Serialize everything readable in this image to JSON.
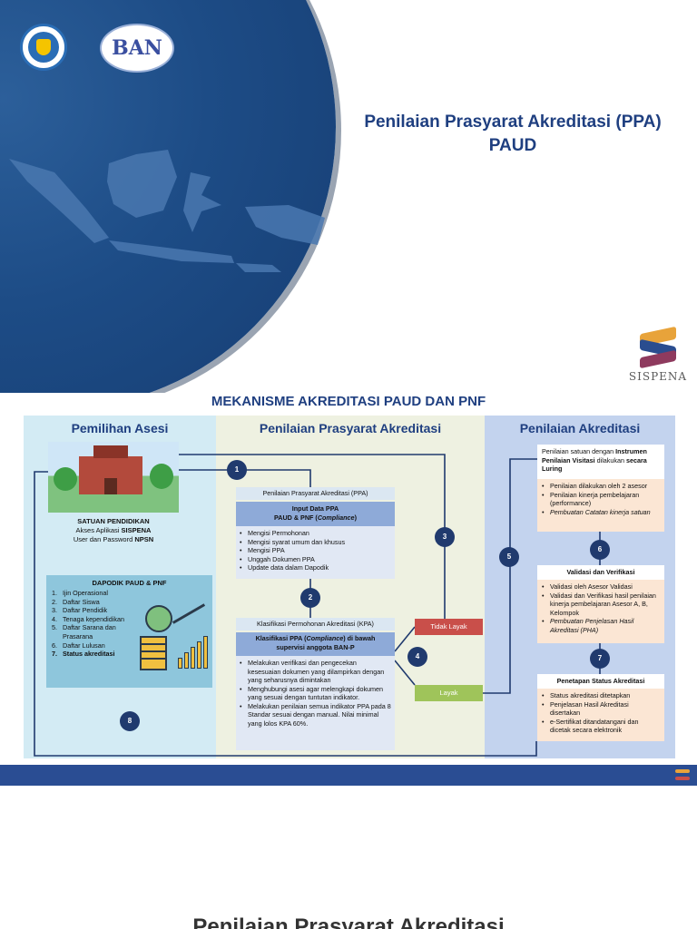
{
  "slide1": {
    "title_line1": "Penilaian Prasyarat Akreditasi (PPA)",
    "title_line2": "PAUD",
    "ban_logo": "BAN",
    "sispena_label": "SISPENA"
  },
  "slide2": {
    "title": "MEKANISME AKREDITASI PAUD DAN PNF",
    "col1_head": "Pemilihan Asesi",
    "col2_head": "Penilaian Prasyarat Akreditasi",
    "col3_head": "Penilaian Akreditasi",
    "satuan": {
      "line1": "SATUAN PENDIDIKAN",
      "line2_pre": "Akses Aplikasi ",
      "line2_bold": "SISPENA",
      "line3_pre": "User dan Password ",
      "line3_bold": "NPSN"
    },
    "dapodik": {
      "head": "DAPODIK PAUD & PNF",
      "items": [
        {
          "n": "1.",
          "t": "Ijin Operasional"
        },
        {
          "n": "2.",
          "t": "Daftar Siswa"
        },
        {
          "n": "3.",
          "t": "Daftar Pendidik"
        },
        {
          "n": "4.",
          "t": "Tenaga kependidikan"
        },
        {
          "n": "5.",
          "t": "Daftar Sarana dan"
        },
        {
          "n": "",
          "t": "Prasarana"
        },
        {
          "n": "6.",
          "t": "Daftar Lulusan"
        },
        {
          "n": "7.",
          "t": "Status akreditasi"
        }
      ]
    },
    "ppa": {
      "head": "Penilaian Prasyarat Akreditasi (PPA)",
      "input_line1": "Input Data PPA",
      "input_line2_pre": "PAUD & PNF (",
      "input_line2_em": "Compliance",
      "input_line2_post": ")",
      "items": [
        "Mengisi Permohonan",
        "Mengisi syarat umum dan khusus",
        "Mengisi PPA",
        "Unggah Dokumen PPA",
        "Update data dalam Dapodik"
      ]
    },
    "kpa": {
      "head": "Klasifikasi Permohonan Akreditasi (KPA)",
      "sub_pre": "Klasifikasi PPA (",
      "sub_em": "Compliance",
      "sub_post": ") di bawah",
      "sub_line2": "supervisi anggota BAN-P",
      "items": [
        "Melakukan verifikasi dan pengecekan kesesuaian dokumen yang dilampirkan dengan yang seharusnya dimintakan",
        "Menghubungi asesi agar melengkapi dokumen yang sesuai dengan tuntutan indikator.",
        "Melakukan penilaian semua indikator PPA pada 8 Standar sesuai dengan manual. Nilai minimal yang lolos KPA 60%."
      ]
    },
    "tidak_layak": "Tidak Layak",
    "layak": "Layak",
    "pa1": {
      "head_pre": "Penilaian satuan dengan ",
      "head_bold1": "Instrumen Penilaian Visitasi",
      "head_mid": " dilakukan ",
      "head_bold2": "secara Luring",
      "items": [
        "Penilaian dilakukan oleh 2 asesor",
        "Penilaian kinerja pembelajaran (performance)",
        "Pembuatan Catatan kinerja satuan"
      ]
    },
    "pa2": {
      "head": "Validasi dan Verifikasi",
      "items": [
        "Validasi oleh Asesor Validasi",
        "Validasi dan Verifikasi hasil penilaian kinerja pembelajaran Asesor A, B, Kelompok",
        "Pembuatan Penjelasan Hasil Akreditasi (PHA)"
      ]
    },
    "pa3": {
      "head": "Penetapan Status Akreditasi",
      "items": [
        "Status akreditasi ditetapkan",
        "Penjelasan Hasil Akreditasi disertakan",
        "e-Sertifikat ditandatangani dan dicetak secara elektronik"
      ]
    },
    "steps": [
      "1",
      "2",
      "3",
      "4",
      "5",
      "6",
      "7",
      "8"
    ]
  },
  "slide3": {
    "title": "Penilaian Prasyarat Akreditasi"
  },
  "colors": {
    "navy": "#1f3f80",
    "step_circle": "#203a6e",
    "tidak_layak": "#c94f4a",
    "layak": "#9fc45a"
  }
}
